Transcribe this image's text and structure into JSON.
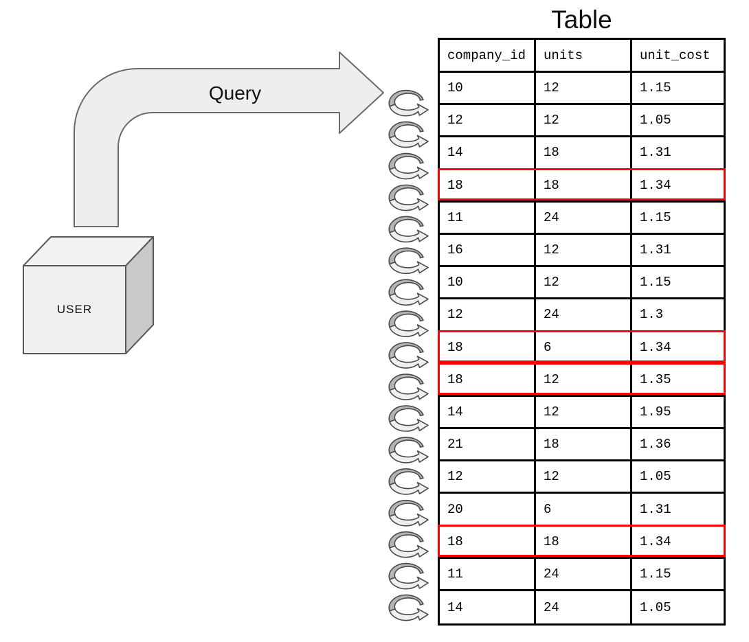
{
  "diagram": {
    "user_box_label": "USER",
    "query_arrow_label": "Query",
    "loop_arrows": {
      "count": 17
    }
  },
  "table": {
    "title": "Table",
    "columns": [
      "company_id",
      "units",
      "unit_cost"
    ],
    "rows": [
      {
        "cells": [
          "10",
          "12",
          "1.15"
        ],
        "highlighted": false
      },
      {
        "cells": [
          "12",
          "12",
          "1.05"
        ],
        "highlighted": false
      },
      {
        "cells": [
          "14",
          "18",
          "1.31"
        ],
        "highlighted": false
      },
      {
        "cells": [
          "18",
          "18",
          "1.34"
        ],
        "highlighted": true
      },
      {
        "cells": [
          "11",
          "24",
          "1.15"
        ],
        "highlighted": false
      },
      {
        "cells": [
          "16",
          "12",
          "1.31"
        ],
        "highlighted": false
      },
      {
        "cells": [
          "10",
          "12",
          "1.15"
        ],
        "highlighted": false
      },
      {
        "cells": [
          "12",
          "24",
          "1.3"
        ],
        "highlighted": false
      },
      {
        "cells": [
          "18",
          "6",
          "1.34"
        ],
        "highlighted": true
      },
      {
        "cells": [
          "18",
          "12",
          "1.35"
        ],
        "highlighted": true
      },
      {
        "cells": [
          "14",
          "12",
          "1.95"
        ],
        "highlighted": false
      },
      {
        "cells": [
          "21",
          "18",
          "1.36"
        ],
        "highlighted": false
      },
      {
        "cells": [
          "12",
          "12",
          "1.05"
        ],
        "highlighted": false
      },
      {
        "cells": [
          "20",
          "6",
          "1.31"
        ],
        "highlighted": false
      },
      {
        "cells": [
          "18",
          "18",
          "1.34"
        ],
        "highlighted": true
      },
      {
        "cells": [
          "11",
          "24",
          "1.15"
        ],
        "highlighted": false
      },
      {
        "cells": [
          "14",
          "24",
          "1.05"
        ],
        "highlighted": false
      }
    ],
    "highlight_color": "#ff0000"
  }
}
